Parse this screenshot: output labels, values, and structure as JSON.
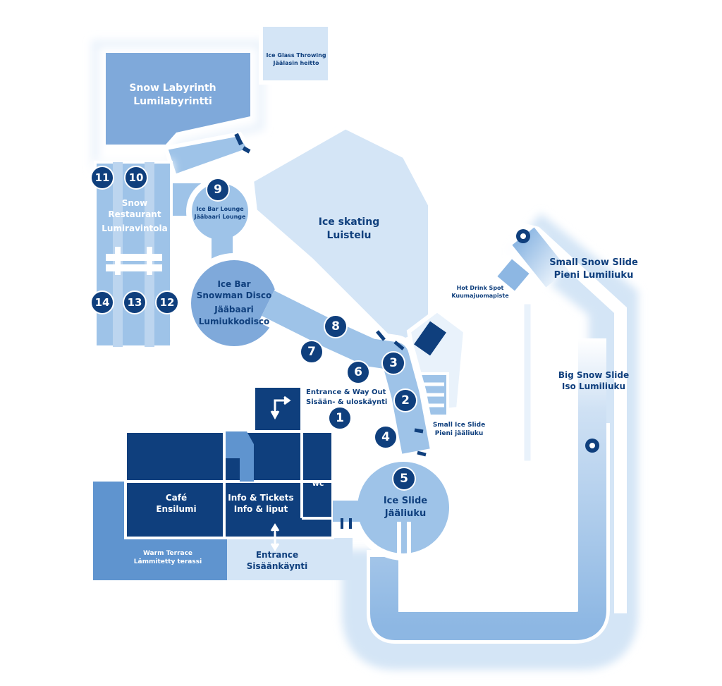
{
  "areas": {
    "snow_labyrinth": {
      "en": "Snow Labyrinth",
      "fi": "Lumilabyrintti"
    },
    "ice_glass_throwing": {
      "en": "Ice Glass Throwing",
      "fi": "Jäälasin heitto"
    },
    "snow_restaurant": {
      "en1": "Snow",
      "en2": "Restaurant",
      "fi": "Lumiravintola"
    },
    "ice_bar_lounge": {
      "en": "Ice Bar Lounge",
      "fi": "Jääbaari Lounge"
    },
    "ice_bar_disco": {
      "en1": "Ice Bar",
      "en2": "Snowman Disco",
      "fi1": "Jääbaari",
      "fi2": "Lumiukkodisco"
    },
    "ice_skating": {
      "en": "Ice skating",
      "fi": "Luistelu"
    },
    "small_snow_slide": {
      "en": "Small Snow Slide",
      "fi": "Pieni Lumiliuku"
    },
    "hot_drink_spot": {
      "en": "Hot Drink Spot",
      "fi": "Kuumajuomapiste"
    },
    "big_snow_slide": {
      "en": "Big Snow Slide",
      "fi": "Iso Lumiliuku"
    },
    "entrance_way_out": {
      "en": "Entrance & Way Out",
      "fi": "Sisään- & uloskäynti"
    },
    "small_ice_slide": {
      "en": "Small Ice Slide",
      "fi": "Pieni jääliuku"
    },
    "cafe": {
      "en": "Café",
      "fi": "Ensilumi"
    },
    "info_tickets": {
      "en": "Info & Tickets",
      "fi": "Info & liput"
    },
    "wc": {
      "label": "wc"
    },
    "ice_slide": {
      "en": "Ice Slide",
      "fi": "Jääliuku"
    },
    "warm_terrace": {
      "en": "Warm Terrace",
      "fi": "Lämmitetty terassi"
    },
    "entrance": {
      "en": "Entrance",
      "fi": "Sisäänkäynti"
    }
  },
  "markers": [
    "1",
    "2",
    "3",
    "4",
    "5",
    "6",
    "7",
    "8",
    "9",
    "10",
    "11",
    "12",
    "13",
    "14"
  ],
  "colors": {
    "dark_blue": "#0f3f7d",
    "medium_blue": "#5f94cf",
    "light_blue": "#9ec3e8",
    "pale_blue": "#d4e5f6",
    "paler_blue": "#e9f2fb"
  }
}
